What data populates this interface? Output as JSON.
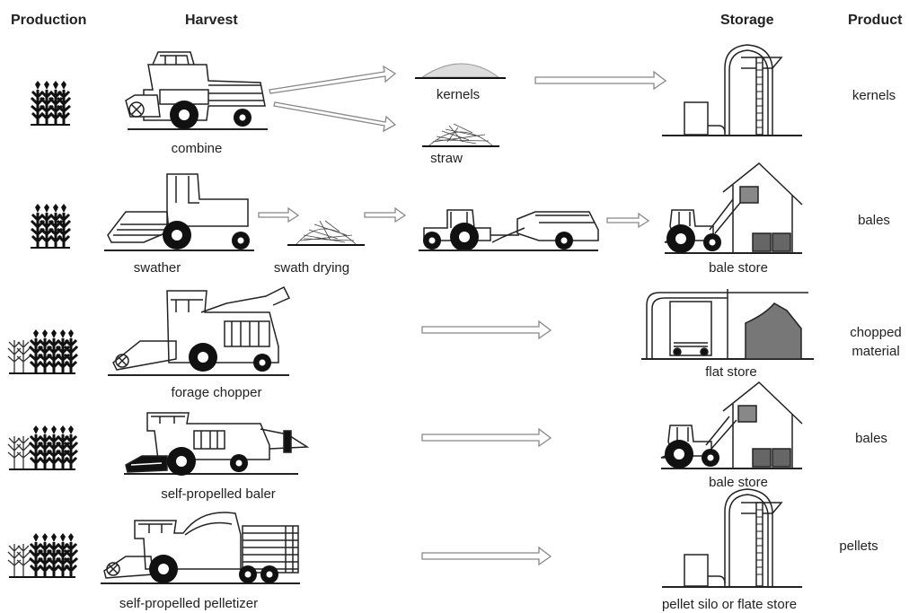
{
  "headers": {
    "production": "Production",
    "harvest": "Harvest",
    "storage": "Storage",
    "product": "Product"
  },
  "labels": {
    "combine": "combine",
    "kernels": "kernels",
    "straw": "straw",
    "swather": "swather",
    "swath_drying": "swath drying",
    "bale_store_1": "bale store",
    "forage_chopper": "forage chopper",
    "flat_store": "flat store",
    "self_propelled_baler": "self-propelled baler",
    "bale_store_2": "bale store",
    "self_propelled_pelletizer": "self-propelled pelletizer",
    "pellet_silo": "pellet silo or flate store"
  },
  "products": {
    "row1": "kernels",
    "row2": "bales",
    "row3_line1": "chopped",
    "row3_line2": "material",
    "row4": "bales",
    "row5": "pellets"
  },
  "icons": {
    "crop": "crop-plants-icon",
    "combine": "combine-harvester-icon",
    "swather": "swather-icon",
    "tractor_baler": "tractor-with-baler-icon",
    "forage_chopper": "forage-chopper-icon",
    "baler": "self-propelled-baler-icon",
    "pelletizer": "pelletizer-icon",
    "silo": "silo-icon",
    "bale_store": "bale-store-icon",
    "flat_store": "flat-store-icon",
    "arrow": "flow-arrow-icon"
  }
}
